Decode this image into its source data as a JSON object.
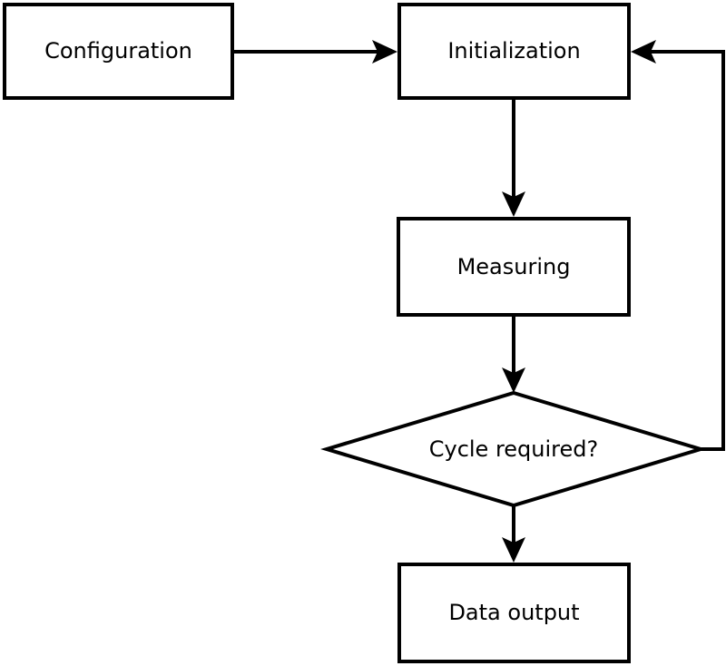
{
  "diagram": {
    "background_color": "#ffffff",
    "line_color": "#000000",
    "node_fill_color": "#ffffff",
    "nodes": {
      "configuration": {
        "label": "Configuration",
        "shape": "rectangle"
      },
      "initialization": {
        "label": "Initialization",
        "shape": "rectangle"
      },
      "measuring": {
        "label": "Measuring",
        "shape": "rectangle"
      },
      "cycle_required": {
        "label": "Cycle required?",
        "shape": "diamond"
      },
      "data_output": {
        "label": "Data output",
        "shape": "rectangle"
      }
    },
    "edges": [
      {
        "from": "Configuration",
        "to": "Initialization",
        "style": "arrow-right"
      },
      {
        "from": "Initialization",
        "to": "Measuring",
        "style": "arrow-down"
      },
      {
        "from": "Measuring",
        "to": "Cycle required?",
        "style": "arrow-down"
      },
      {
        "from": "Cycle required?",
        "to": "Data output",
        "style": "arrow-down"
      },
      {
        "from": "Cycle required?",
        "to": "Initialization",
        "style": "feedback-loop-right-up"
      }
    ]
  }
}
